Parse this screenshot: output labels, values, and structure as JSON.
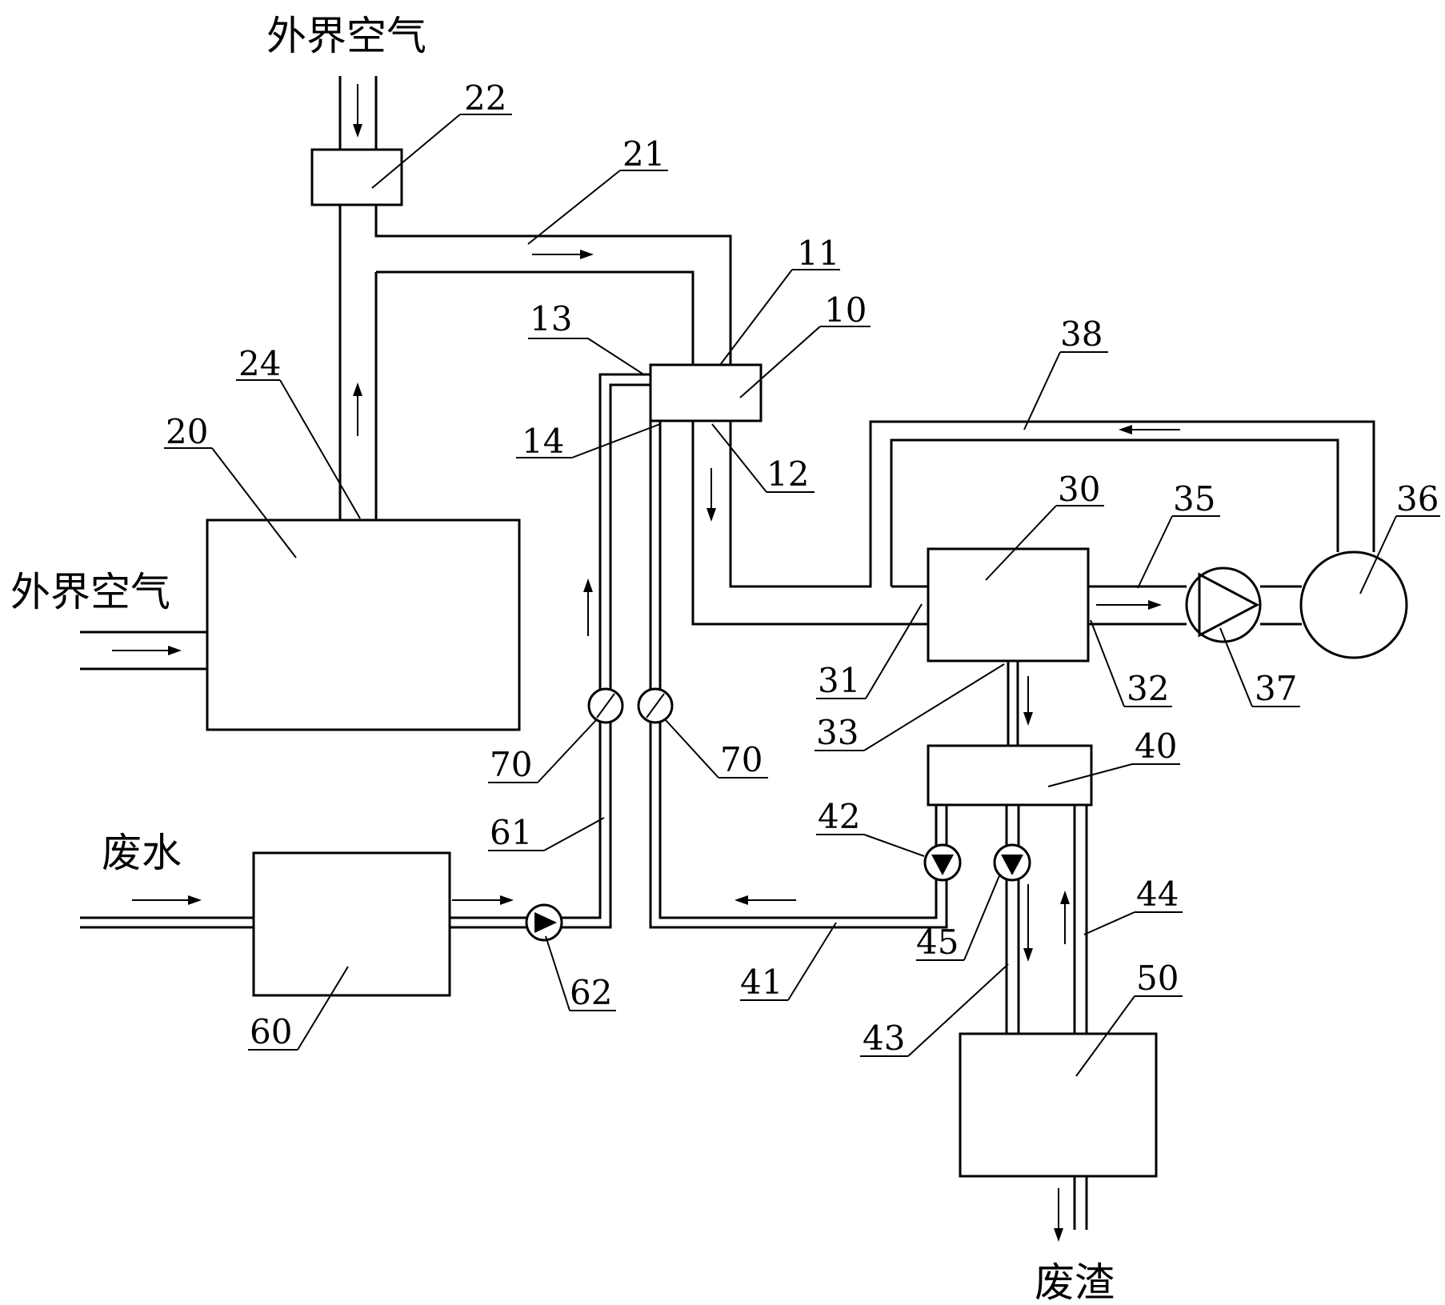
{
  "labels": {
    "outside_air_top": "外界空气",
    "outside_air_left": "外界空气",
    "wastewater": "废水",
    "waste_residue": "废渣"
  },
  "components": [
    {
      "id": "10",
      "label": "10"
    },
    {
      "id": "11",
      "label": "11"
    },
    {
      "id": "12",
      "label": "12"
    },
    {
      "id": "13",
      "label": "13"
    },
    {
      "id": "14",
      "label": "14"
    },
    {
      "id": "20",
      "label": "20"
    },
    {
      "id": "21",
      "label": "21"
    },
    {
      "id": "22",
      "label": "22"
    },
    {
      "id": "24",
      "label": "24"
    },
    {
      "id": "30",
      "label": "30"
    },
    {
      "id": "31",
      "label": "31"
    },
    {
      "id": "32",
      "label": "32"
    },
    {
      "id": "33",
      "label": "33"
    },
    {
      "id": "35",
      "label": "35"
    },
    {
      "id": "36",
      "label": "36"
    },
    {
      "id": "37",
      "label": "37"
    },
    {
      "id": "38",
      "label": "38"
    },
    {
      "id": "40",
      "label": "40"
    },
    {
      "id": "41",
      "label": "41"
    },
    {
      "id": "42",
      "label": "42"
    },
    {
      "id": "43",
      "label": "43"
    },
    {
      "id": "44",
      "label": "44"
    },
    {
      "id": "45",
      "label": "45"
    },
    {
      "id": "50",
      "label": "50"
    },
    {
      "id": "60",
      "label": "60"
    },
    {
      "id": "61",
      "label": "61"
    },
    {
      "id": "62",
      "label": "62"
    },
    {
      "id": "70a",
      "label": "70"
    },
    {
      "id": "70b",
      "label": "70"
    }
  ]
}
